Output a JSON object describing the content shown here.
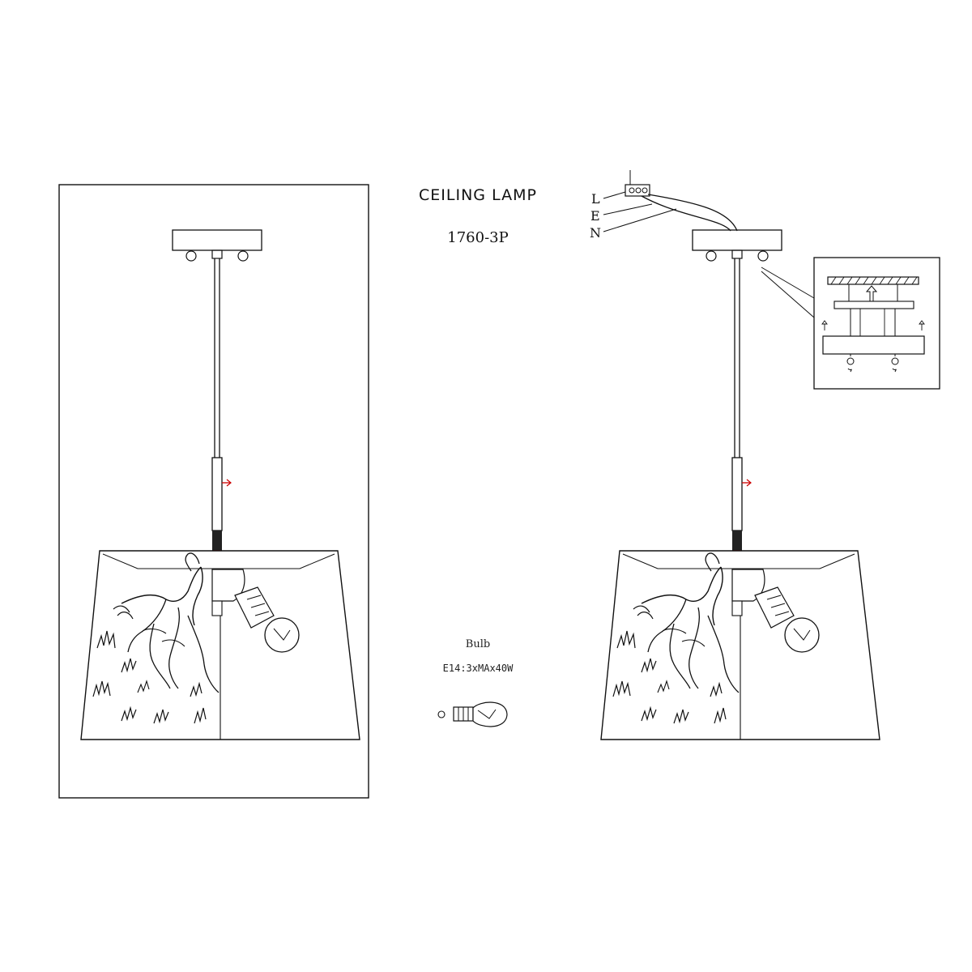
{
  "header": {
    "title": "CEILING LAMP",
    "model": "1760-3P"
  },
  "bulb": {
    "title": "Bulb",
    "spec": "E14:3xMAx40W"
  },
  "wiring": {
    "labels": [
      "L",
      "E",
      "N"
    ]
  },
  "colors": {
    "line": "#111111",
    "accent": "#cc0000"
  }
}
